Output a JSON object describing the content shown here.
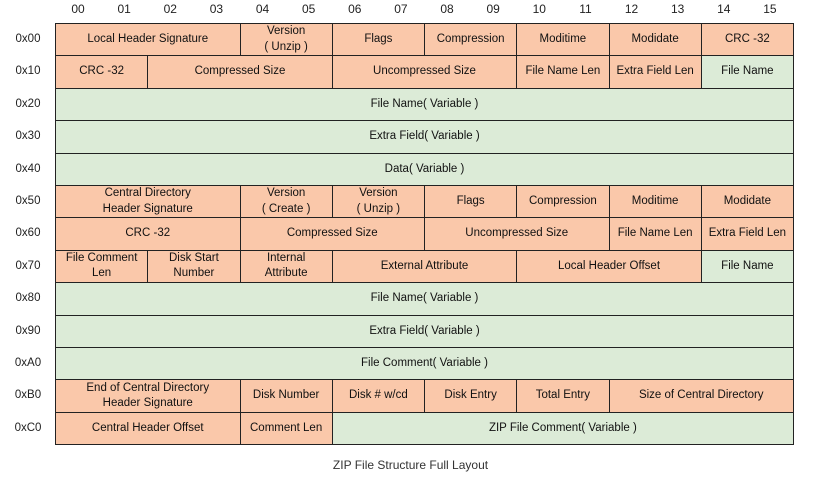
{
  "columns": [
    "00",
    "01",
    "02",
    "03",
    "04",
    "05",
    "06",
    "07",
    "08",
    "09",
    "10",
    "11",
    "12",
    "13",
    "14",
    "15"
  ],
  "rows": [
    {
      "offset": "0x00",
      "fields": [
        {
          "label": "Local Header Signature",
          "start": 0,
          "span": 4,
          "color": "salmon"
        },
        {
          "label": "Version\n( Unzip )",
          "start": 4,
          "span": 2,
          "color": "salmon"
        },
        {
          "label": "Flags",
          "start": 6,
          "span": 2,
          "color": "salmon"
        },
        {
          "label": "Compression",
          "start": 8,
          "span": 2,
          "color": "salmon"
        },
        {
          "label": "Moditime",
          "start": 10,
          "span": 2,
          "color": "salmon"
        },
        {
          "label": "Modidate",
          "start": 12,
          "span": 2,
          "color": "salmon"
        },
        {
          "label": "CRC -32",
          "start": 14,
          "span": 2,
          "color": "salmon"
        }
      ]
    },
    {
      "offset": "0x10",
      "fields": [
        {
          "label": "CRC -32",
          "start": 0,
          "span": 2,
          "color": "salmon"
        },
        {
          "label": "Compressed Size",
          "start": 2,
          "span": 4,
          "color": "salmon"
        },
        {
          "label": "Uncompressed Size",
          "start": 6,
          "span": 4,
          "color": "salmon"
        },
        {
          "label": "File Name Len",
          "start": 10,
          "span": 2,
          "color": "salmon"
        },
        {
          "label": "Extra Field Len",
          "start": 12,
          "span": 2,
          "color": "salmon"
        },
        {
          "label": "File Name",
          "start": 14,
          "span": 2,
          "color": "green"
        }
      ]
    },
    {
      "offset": "0x20",
      "fields": [
        {
          "label": "File Name( Variable )",
          "start": 0,
          "span": 16,
          "color": "green"
        }
      ]
    },
    {
      "offset": "0x30",
      "fields": [
        {
          "label": "Extra Field( Variable )",
          "start": 0,
          "span": 16,
          "color": "green"
        }
      ]
    },
    {
      "offset": "0x40",
      "fields": [
        {
          "label": "Data( Variable )",
          "start": 0,
          "span": 16,
          "color": "green"
        }
      ]
    },
    {
      "offset": "0x50",
      "fields": [
        {
          "label": "Central Directory\nHeader Signature",
          "start": 0,
          "span": 4,
          "color": "salmon"
        },
        {
          "label": "Version\n( Create )",
          "start": 4,
          "span": 2,
          "color": "salmon"
        },
        {
          "label": "Version\n( Unzip )",
          "start": 6,
          "span": 2,
          "color": "salmon"
        },
        {
          "label": "Flags",
          "start": 8,
          "span": 2,
          "color": "salmon"
        },
        {
          "label": "Compression",
          "start": 10,
          "span": 2,
          "color": "salmon"
        },
        {
          "label": "Moditime",
          "start": 12,
          "span": 2,
          "color": "salmon"
        },
        {
          "label": "Modidate",
          "start": 14,
          "span": 2,
          "color": "salmon"
        }
      ]
    },
    {
      "offset": "0x60",
      "fields": [
        {
          "label": "CRC -32",
          "start": 0,
          "span": 4,
          "color": "salmon"
        },
        {
          "label": "Compressed Size",
          "start": 4,
          "span": 4,
          "color": "salmon"
        },
        {
          "label": "Uncompressed Size",
          "start": 8,
          "span": 4,
          "color": "salmon"
        },
        {
          "label": "File Name Len",
          "start": 12,
          "span": 2,
          "color": "salmon"
        },
        {
          "label": "Extra Field Len",
          "start": 14,
          "span": 2,
          "color": "salmon"
        }
      ]
    },
    {
      "offset": "0x70",
      "fields": [
        {
          "label": "File Comment\nLen",
          "start": 0,
          "span": 2,
          "color": "salmon"
        },
        {
          "label": "Disk Start\nNumber",
          "start": 2,
          "span": 2,
          "color": "salmon"
        },
        {
          "label": "Internal\nAttribute",
          "start": 4,
          "span": 2,
          "color": "salmon"
        },
        {
          "label": "External Attribute",
          "start": 6,
          "span": 4,
          "color": "salmon"
        },
        {
          "label": "Local Header Offset",
          "start": 10,
          "span": 4,
          "color": "salmon"
        },
        {
          "label": "File Name",
          "start": 14,
          "span": 2,
          "color": "green"
        }
      ]
    },
    {
      "offset": "0x80",
      "fields": [
        {
          "label": "File Name( Variable )",
          "start": 0,
          "span": 16,
          "color": "green"
        }
      ]
    },
    {
      "offset": "0x90",
      "fields": [
        {
          "label": "Extra Field( Variable )",
          "start": 0,
          "span": 16,
          "color": "green"
        }
      ]
    },
    {
      "offset": "0xA0",
      "fields": [
        {
          "label": "File Comment( Variable )",
          "start": 0,
          "span": 16,
          "color": "green"
        }
      ]
    },
    {
      "offset": "0xB0",
      "fields": [
        {
          "label": "End of Central Directory\nHeader Signature",
          "start": 0,
          "span": 4,
          "color": "salmon"
        },
        {
          "label": "Disk Number",
          "start": 4,
          "span": 2,
          "color": "salmon"
        },
        {
          "label": "Disk # w/cd",
          "start": 6,
          "span": 2,
          "color": "salmon"
        },
        {
          "label": "Disk Entry",
          "start": 8,
          "span": 2,
          "color": "salmon"
        },
        {
          "label": "Total Entry",
          "start": 10,
          "span": 2,
          "color": "salmon"
        },
        {
          "label": "Size of Central Directory",
          "start": 12,
          "span": 4,
          "color": "salmon"
        }
      ]
    },
    {
      "offset": "0xC0",
      "fields": [
        {
          "label": "Central Header Offset",
          "start": 0,
          "span": 4,
          "color": "salmon"
        },
        {
          "label": "Comment Len",
          "start": 4,
          "span": 2,
          "color": "salmon"
        },
        {
          "label": "ZIP File Comment( Variable )",
          "start": 6,
          "span": 10,
          "color": "green"
        }
      ]
    }
  ],
  "caption": "ZIP File Structure Full Layout",
  "colors": {
    "salmon": "#fac8aa",
    "green": "#dcebd7",
    "border": "#222222"
  }
}
